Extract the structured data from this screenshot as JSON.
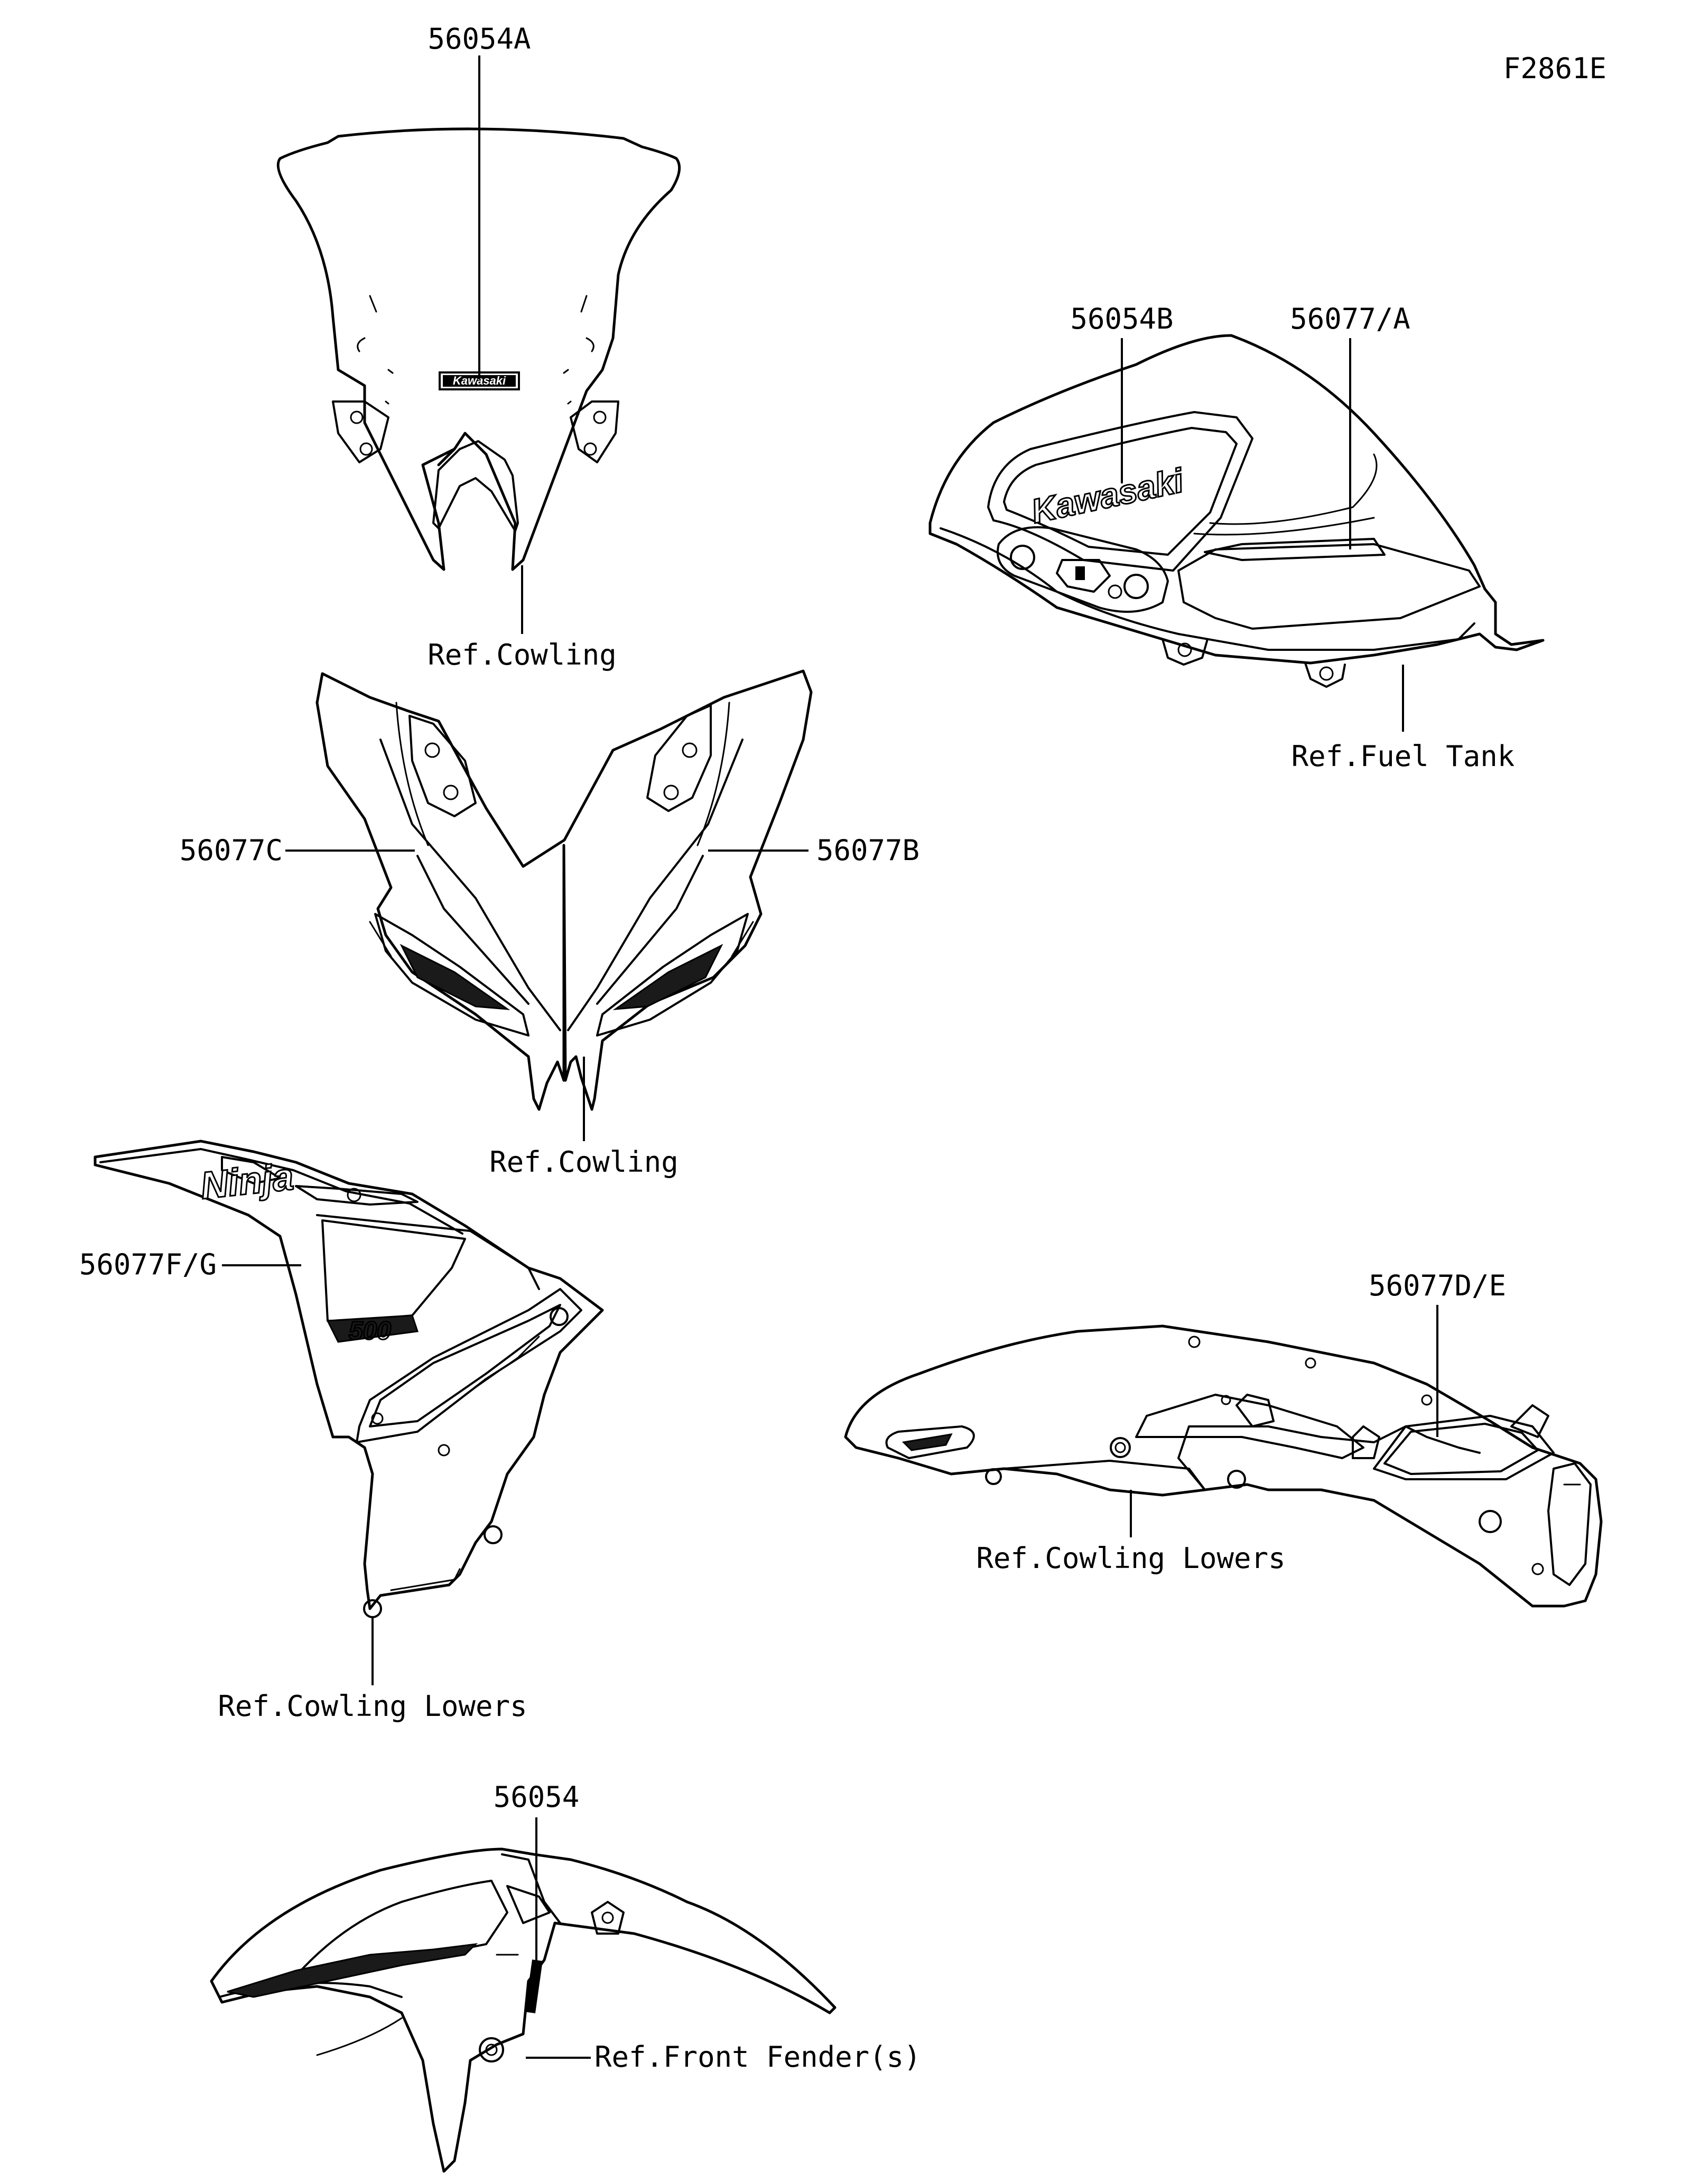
{
  "drawing_id": "F2861E",
  "labels": {
    "windshield_part": "56054A",
    "windshield_ref": "Ref.Cowling",
    "tank_part_left": "56054B",
    "tank_part_right": "56077/A",
    "tank_ref": "Ref.Fuel Tank",
    "cowl_left_part": "56077C",
    "cowl_right_part": "56077B",
    "cowl_ref": "Ref.Cowling",
    "side_left_part": "56077F/G",
    "side_left_ref": "Ref.Cowling Lowers",
    "side_right_part": "56077D/E",
    "side_right_ref": "Ref.Cowling Lowers",
    "fender_part": "56054",
    "fender_ref": "Ref.Front Fender(s)"
  },
  "decals": {
    "windshield_logo": "Kawasaki",
    "tank_logo": "Kawasaki",
    "side_logo": "Ninja",
    "side_number": "500"
  }
}
